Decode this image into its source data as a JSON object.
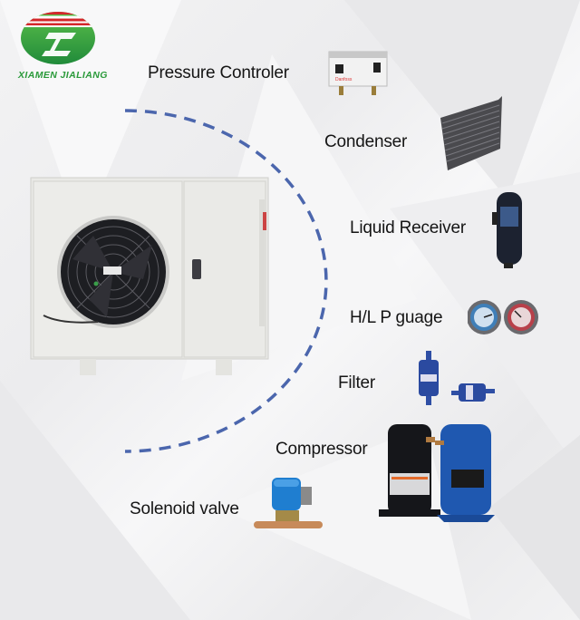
{
  "brand": {
    "name": "XIAMEN JIALIANG",
    "colors": {
      "green": "#2e9b3d",
      "red": "#d3272b",
      "arc": "#4b66ad"
    }
  },
  "main_product": {
    "name": "condensing-unit",
    "description": "Condensing unit with axial fan"
  },
  "components": [
    {
      "label": "Pressure Controler",
      "icon": "pressure-controller"
    },
    {
      "label": "Condenser",
      "icon": "condenser-coil"
    },
    {
      "label": "Liquid Receiver",
      "icon": "liquid-receiver"
    },
    {
      "label": "H/L P guage",
      "icon": "pressure-gauges"
    },
    {
      "label": "Filter",
      "icon": "filter-drier"
    },
    {
      "label": "Compressor",
      "icon": "compressor"
    },
    {
      "label": "Solenoid valve",
      "icon": "solenoid-valve"
    }
  ]
}
